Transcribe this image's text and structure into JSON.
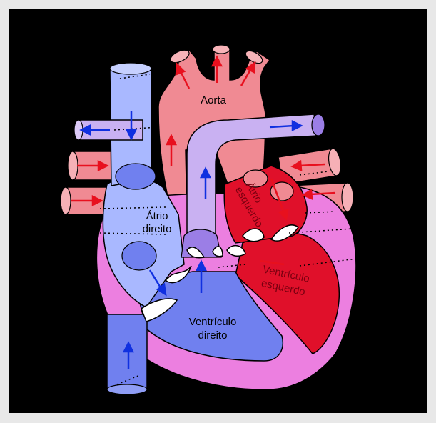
{
  "labels": {
    "aorta": "Aorta",
    "atrio_direito_1": "Átrio",
    "atrio_direito_2": "direito",
    "atrio_esquerdo_1": "Átrio",
    "atrio_esquerdo_2": "esquerdo",
    "ventriculo_esquerdo_1": "Ventrículo",
    "ventriculo_esquerdo_2": "esquerdo",
    "ventriculo_direito_1": "Ventrículo",
    "ventriculo_direito_2": "direito"
  },
  "colors": {
    "frame": "#e8e8e8",
    "background": "#000000",
    "oxygenated": "#f08a93",
    "deoxygenated": "#a9b8ff",
    "pulmonary_artery": "#c9b1f2",
    "muscle": "#ec7fe0",
    "left_chambers": "#e0102a",
    "arrow_red": "#e8101e",
    "arrow_blue": "#1030e0"
  }
}
